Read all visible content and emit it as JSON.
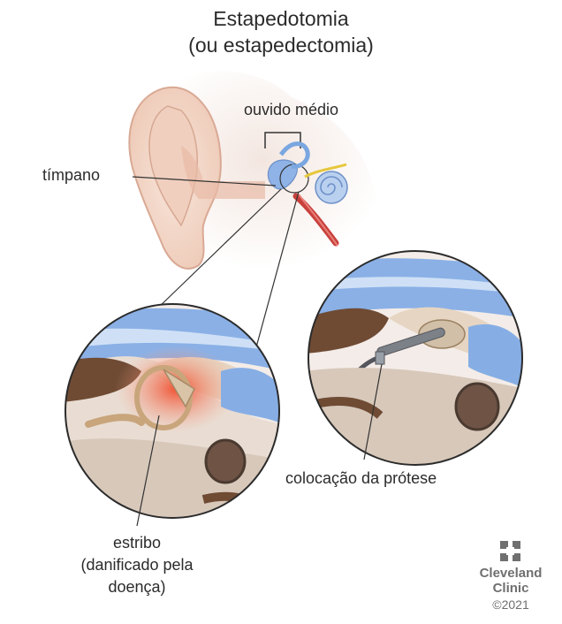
{
  "title": {
    "line1": "Estapedotomia",
    "line2": "(ou estapedectomia)"
  },
  "labels": {
    "middle_ear": "ouvido médio",
    "eardrum": "tímpano",
    "stapes_line1": "estribo",
    "stapes_line2": "(danificado pela",
    "stapes_line3": "doença)",
    "prosthesis": "colocação da prótese"
  },
  "logo": {
    "icon": "cleveland-clinic-cross-icon",
    "line1": "Cleveland",
    "line2": "Clinic",
    "copyright": "©2021"
  },
  "colors": {
    "skin": "#f2d6c7",
    "bone": "#e8d9c6",
    "membrane_blue": "#7aa7e0",
    "inflammation": "#ee5a3a",
    "nerve_yellow": "#e6c73a",
    "vessel_red": "#c8413c",
    "prosthesis_steel": "#7c8087"
  }
}
